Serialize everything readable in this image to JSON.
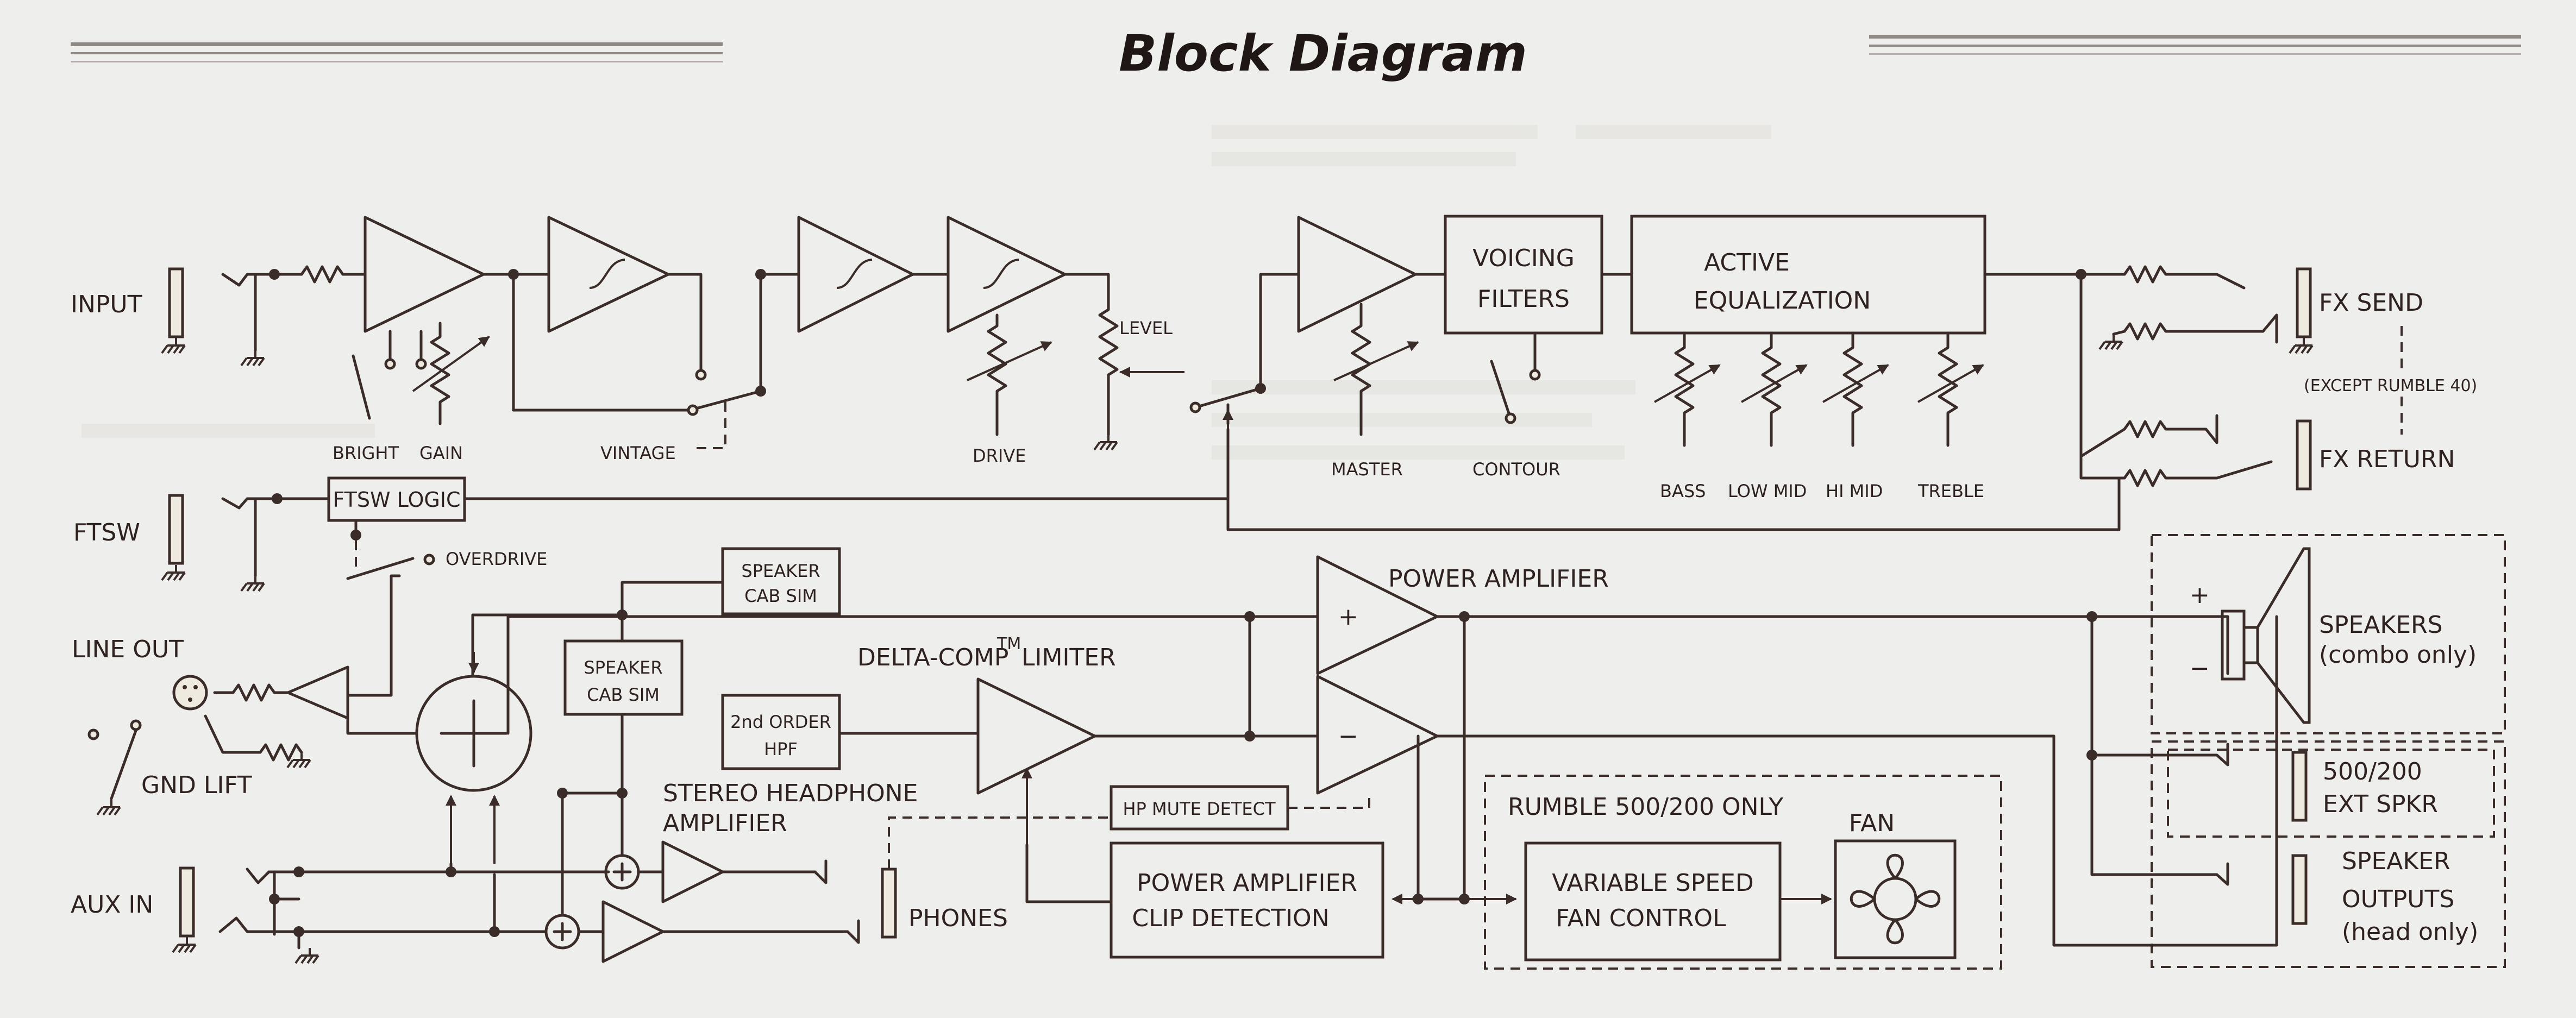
{
  "title": "Block Diagram",
  "labels": {
    "input": "INPUT",
    "ftsw": "FTSW",
    "line_out": "LINE OUT",
    "gnd_lift": "GND LIFT",
    "aux_in": "AUX IN",
    "bright": "BRIGHT",
    "gain": "GAIN",
    "vintage": "VINTAGE",
    "drive": "DRIVE",
    "level": "LEVEL",
    "master": "MASTER",
    "contour": "CONTOUR",
    "bass": "BASS",
    "low_mid": "LOW MID",
    "hi_mid": "HI MID",
    "treble": "TREBLE",
    "fx_send": "FX SEND",
    "fx_return": "FX RETURN",
    "except_rumble40": "(EXCEPT RUMBLE 40)",
    "overdrive": "OVERDRIVE",
    "power_amplifier": "POWER AMPLIFIER",
    "delta_comp_limiter": "DELTA-COMP",
    "delta_comp_tm": "TM",
    "delta_comp_suffix": "LIMITER",
    "stereo_headphone_amp_1": "STEREO HEADPHONE",
    "stereo_headphone_amp_2": "AMPLIFIER",
    "phones": "PHONES",
    "rumble_500_200_only": "RUMBLE 500/200 ONLY",
    "fan": "FAN",
    "speakers_1": "SPEAKERS",
    "speakers_2": "(combo only)",
    "ext_spkr_1": "500/200",
    "ext_spkr_2": "EXT SPKR",
    "spk_outputs_1": "SPEAKER",
    "spk_outputs_2": "OUTPUTS",
    "spk_outputs_3": "(head only)",
    "plus": "+",
    "minus": "−"
  },
  "blocks": {
    "voicing_filters_1": "VOICING",
    "voicing_filters_2": "FILTERS",
    "active_eq_1": "ACTIVE",
    "active_eq_2": "EQUALIZATION",
    "ftsw_logic": "FTSW LOGIC",
    "speaker_cab_sim_a_1": "SPEAKER",
    "speaker_cab_sim_a_2": "CAB SIM",
    "speaker_cab_sim_b_1": "SPEAKER",
    "speaker_cab_sim_b_2": "CAB SIM",
    "hpf_1": "2nd ORDER",
    "hpf_2": "HPF",
    "hp_mute_detect": "HP MUTE DETECT",
    "clip_detection_1": "POWER AMPLIFIER",
    "clip_detection_2": "CLIP DETECTION",
    "fan_control_1": "VARIABLE SPEED",
    "fan_control_2": "FAN CONTROL"
  }
}
